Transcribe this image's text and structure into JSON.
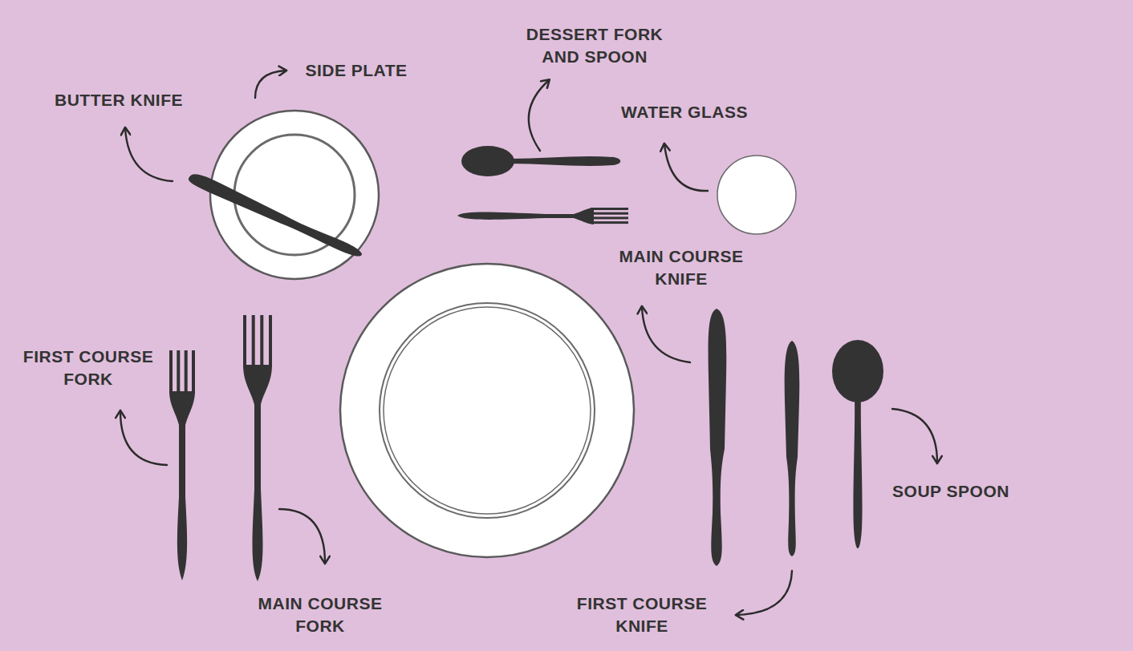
{
  "diagram": {
    "labels": [
      "DESSERT FORK AND SPOON",
      "SIDE PLATE",
      "BUTTER KNIFE",
      "WATER GLASS",
      "MAIN COURSE KNIFE",
      "FIRST COURSE FORK",
      "SOUP SPOON",
      "MAIN COURSE FORK",
      "FIRST COURSE KNIFE"
    ]
  }
}
